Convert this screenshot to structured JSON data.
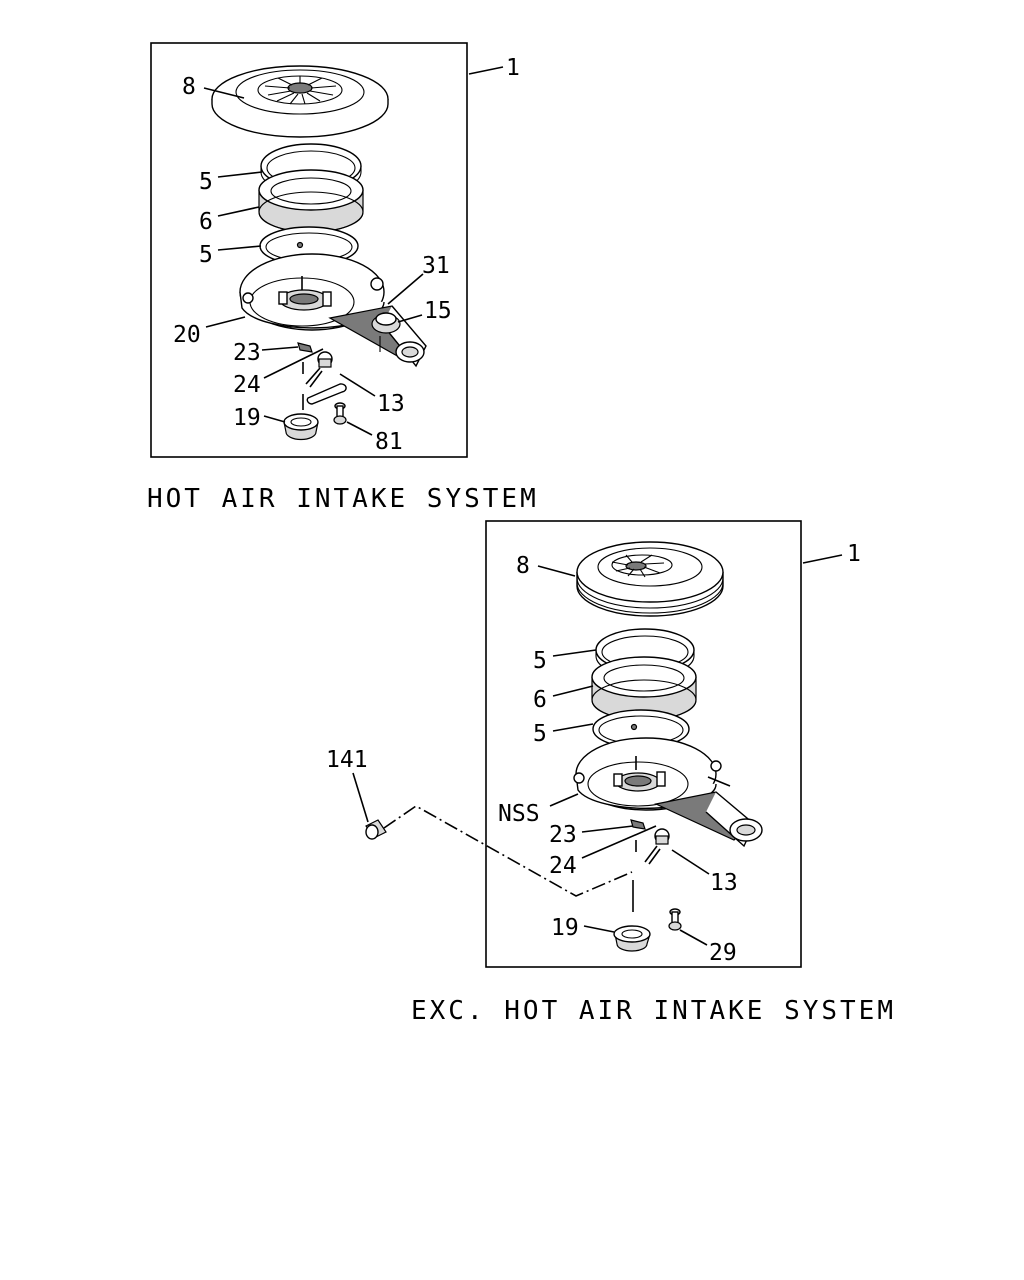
{
  "upper_assembly": {
    "caption": "HOT AIR INTAKE SYSTEM",
    "callouts": {
      "c1": "1",
      "c8": "8",
      "c5a": "5",
      "c6": "6",
      "c5b": "5",
      "c31": "31",
      "c15": "15",
      "c20": "20",
      "c23": "23",
      "c24": "24",
      "c13": "13",
      "c19": "19",
      "c81": "81"
    }
  },
  "lower_assembly": {
    "caption": "EXC. HOT AIR INTAKE SYSTEM",
    "callouts": {
      "c1": "1",
      "c8": "8",
      "c5a": "5",
      "c6": "6",
      "c5b": "5",
      "c141": "141",
      "cNSS": "NSS",
      "c23": "23",
      "c24": "24",
      "c13": "13",
      "c19": "19",
      "c29": "29"
    }
  }
}
